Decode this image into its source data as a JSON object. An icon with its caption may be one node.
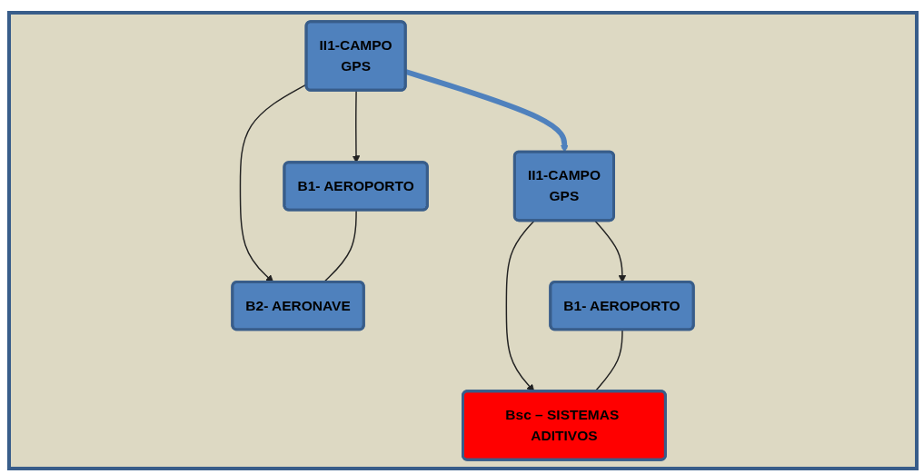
{
  "diagram": {
    "nodes": [
      {
        "text": [
          "II1-CAMPO",
          "GPS"
        ]
      },
      {
        "text": [
          "B1- AEROPORTO"
        ]
      },
      {
        "text": [
          "B2- AERONAVE"
        ]
      },
      {
        "text": [
          "II1-CAMPO",
          "GPS"
        ]
      },
      {
        "text": [
          "B1- AEROPORTO"
        ]
      },
      {
        "text": [
          "Bsc – SISTEMAS ADITIVOS"
        ]
      }
    ],
    "edges": [
      {
        "from": 0,
        "to": 1,
        "arrow": "to"
      },
      {
        "from": 0,
        "to": 2,
        "arrow": "to"
      },
      {
        "from": 1,
        "to": 2,
        "arrow": "none"
      },
      {
        "from": 0,
        "to": 3,
        "arrow": "to",
        "style": "thick",
        "color": "#4f81bd"
      },
      {
        "from": 3,
        "to": 4,
        "arrow": "to"
      },
      {
        "from": 3,
        "to": 5,
        "arrow": "to"
      },
      {
        "from": 4,
        "to": 5,
        "arrow": "none"
      }
    ]
  }
}
